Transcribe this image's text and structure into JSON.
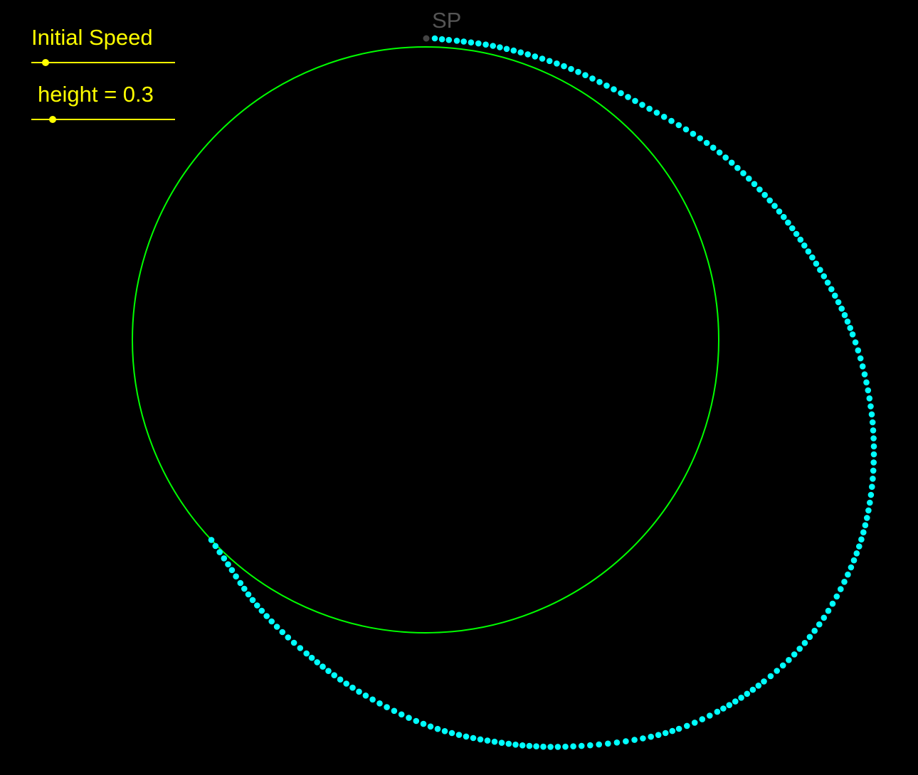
{
  "colors": {
    "background": "#000000",
    "slider": "#ffff00",
    "planet": "#00ff00",
    "trajectory": "#00ffff",
    "start_point": "#444444",
    "start_label": "#555555"
  },
  "controls": {
    "initial_speed": {
      "label": "Initial Speed",
      "fraction": 0.1
    },
    "height": {
      "label": "height = 0.3",
      "fraction": 0.15
    }
  },
  "canvas": {
    "start_point_label": "SP"
  }
}
